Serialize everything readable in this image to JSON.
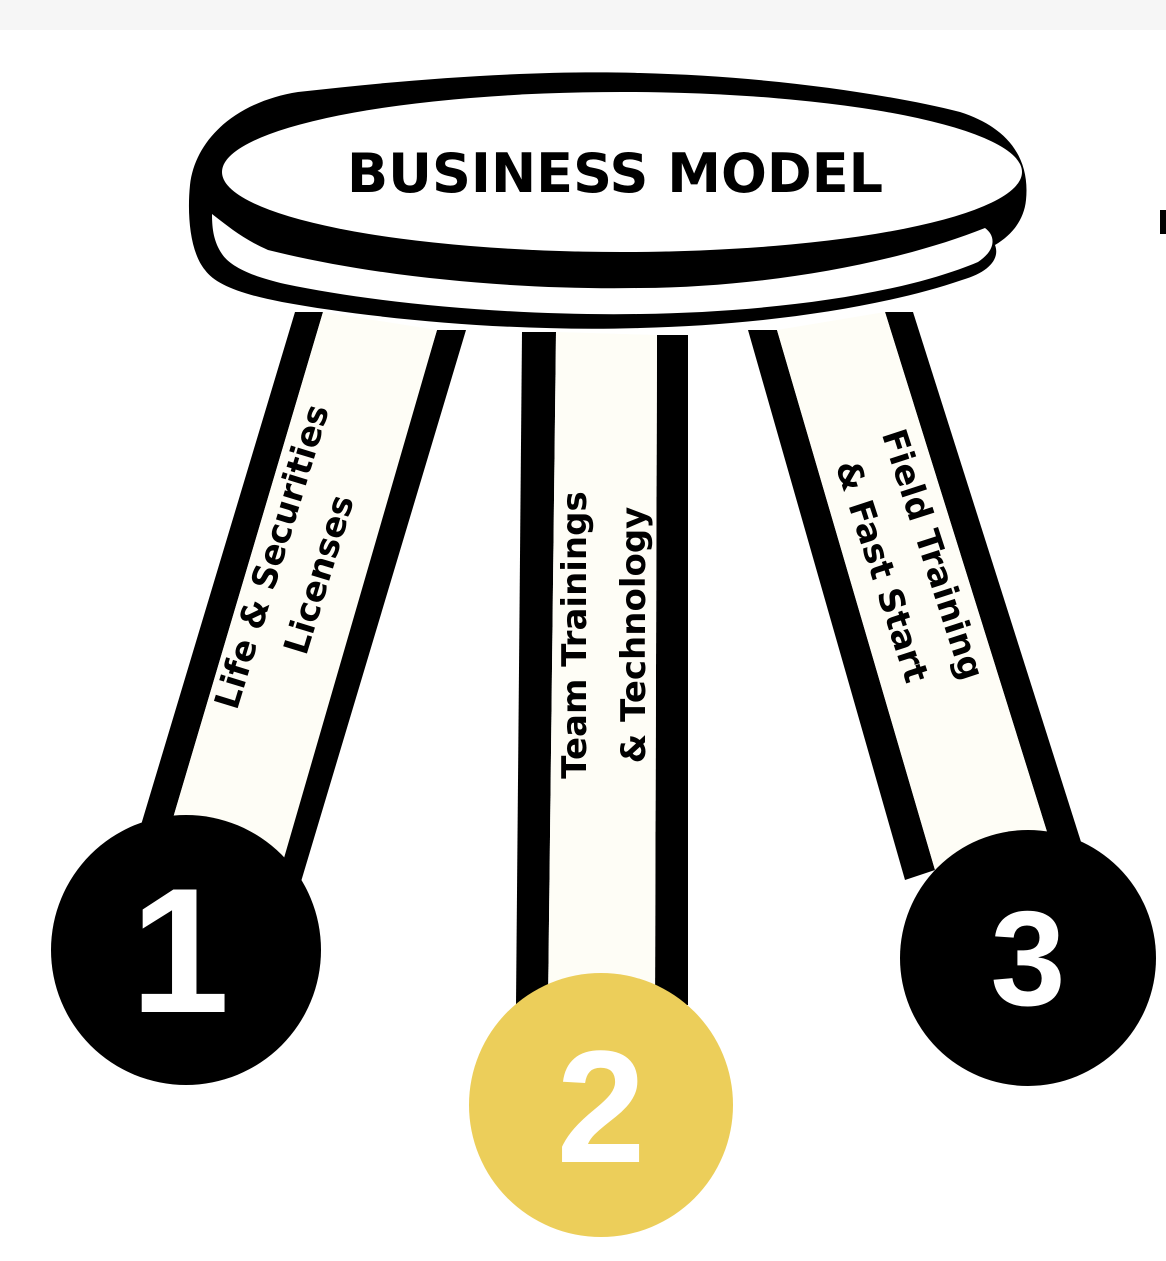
{
  "title": "BUSINESS MODEL",
  "colors": {
    "ink": "#000000",
    "paper": "#ffffff",
    "accent": "#ecce5a",
    "leg_fill": "#fefdf6"
  },
  "legs": [
    {
      "lines": [
        "Life & Securities",
        "Licenses"
      ],
      "number": "1"
    },
    {
      "lines": [
        "Team Trainings",
        "& Technology"
      ],
      "number": "2"
    },
    {
      "lines": [
        "Field Training",
        "& Fast Start"
      ],
      "number": "3"
    }
  ]
}
